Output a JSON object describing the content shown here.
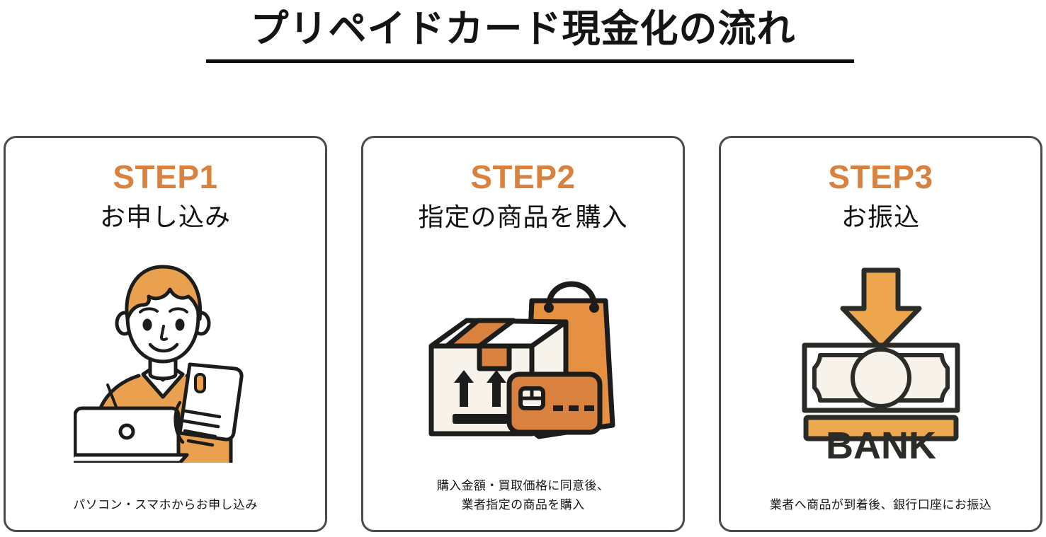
{
  "title": "プリペイドカード現金化の流れ",
  "theme": {
    "accent_orange": "#d9813f",
    "light_orange": "#efa94f",
    "mid_orange": "#e9a04f",
    "dark_outline": "#1c1c1a",
    "card_border": "#4b4b4b",
    "cream": "#f7f3ea",
    "text_dark": "#121212"
  },
  "steps": [
    {
      "step_label": "STEP1",
      "heading": "お申し込み",
      "illustration": "person-with-laptop-and-smartphone",
      "caption_lines": [
        "パソコン・スマホからお申し込み"
      ]
    },
    {
      "step_label": "STEP2",
      "heading": "指定の商品を購入",
      "illustration": "shopping-box-bag-and-credit-card",
      "caption_lines": [
        "購入金額・買取価格に同意後、",
        "業者指定の商品を購入"
      ]
    },
    {
      "step_label": "STEP3",
      "heading": "お振込",
      "illustration": "bank-deposit-arrow-banknote",
      "caption_lines": [
        "業者へ商品が到着後、銀行口座にお振込"
      ],
      "bank_label": "BANK"
    }
  ]
}
